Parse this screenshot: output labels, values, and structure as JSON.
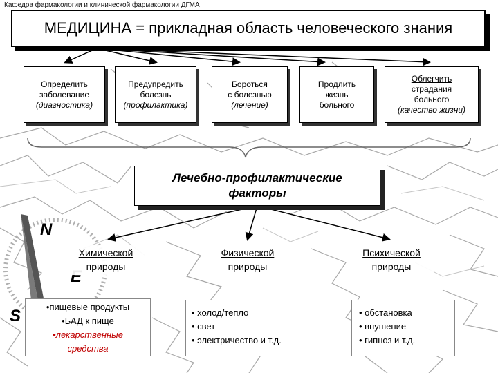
{
  "header": "Кафедра фармакологии и клинической фармакологии ДГМА",
  "title": "МЕДИЦИНА = прикладная область человеческого знания",
  "goals": [
    {
      "lines": [
        "Определить",
        "заболевание"
      ],
      "italic": "(диагностика)"
    },
    {
      "lines": [
        "Предупредить",
        "болезнь"
      ],
      "italic": "(профилактика)"
    },
    {
      "lines": [
        "Бороться",
        "с болезнью"
      ],
      "italic": "(лечение)"
    },
    {
      "lines": [
        "Продлить",
        "жизнь",
        "больного"
      ],
      "italic": ""
    },
    {
      "lines": [
        "Облегчить",
        "страдания",
        "больного"
      ],
      "italic": "(качество жизни)"
    }
  ],
  "factors": {
    "line1": "Лечебно-профилактические",
    "line2": "факторы"
  },
  "categories": [
    {
      "title": "Химической",
      "sub": "природы"
    },
    {
      "title": "Физической",
      "sub": "природы"
    },
    {
      "title": "Психической",
      "sub": "природы"
    }
  ],
  "chemical_items": [
    "•пищевые продукты",
    "•БАД к пище",
    "•лекарственные",
    "средства"
  ],
  "physical_items": [
    "• холод/тепло",
    "• свет",
    "• электричество и т.д."
  ],
  "psychic_items": [
    "• обстановка",
    "• внушение",
    "• гипноз и т.д."
  ],
  "compass": {
    "n": "N",
    "e": "E",
    "s": "S"
  },
  "colors": {
    "accent_red": "#c00000",
    "shadow": "#222222",
    "map_lines": "#9a9a9a"
  }
}
